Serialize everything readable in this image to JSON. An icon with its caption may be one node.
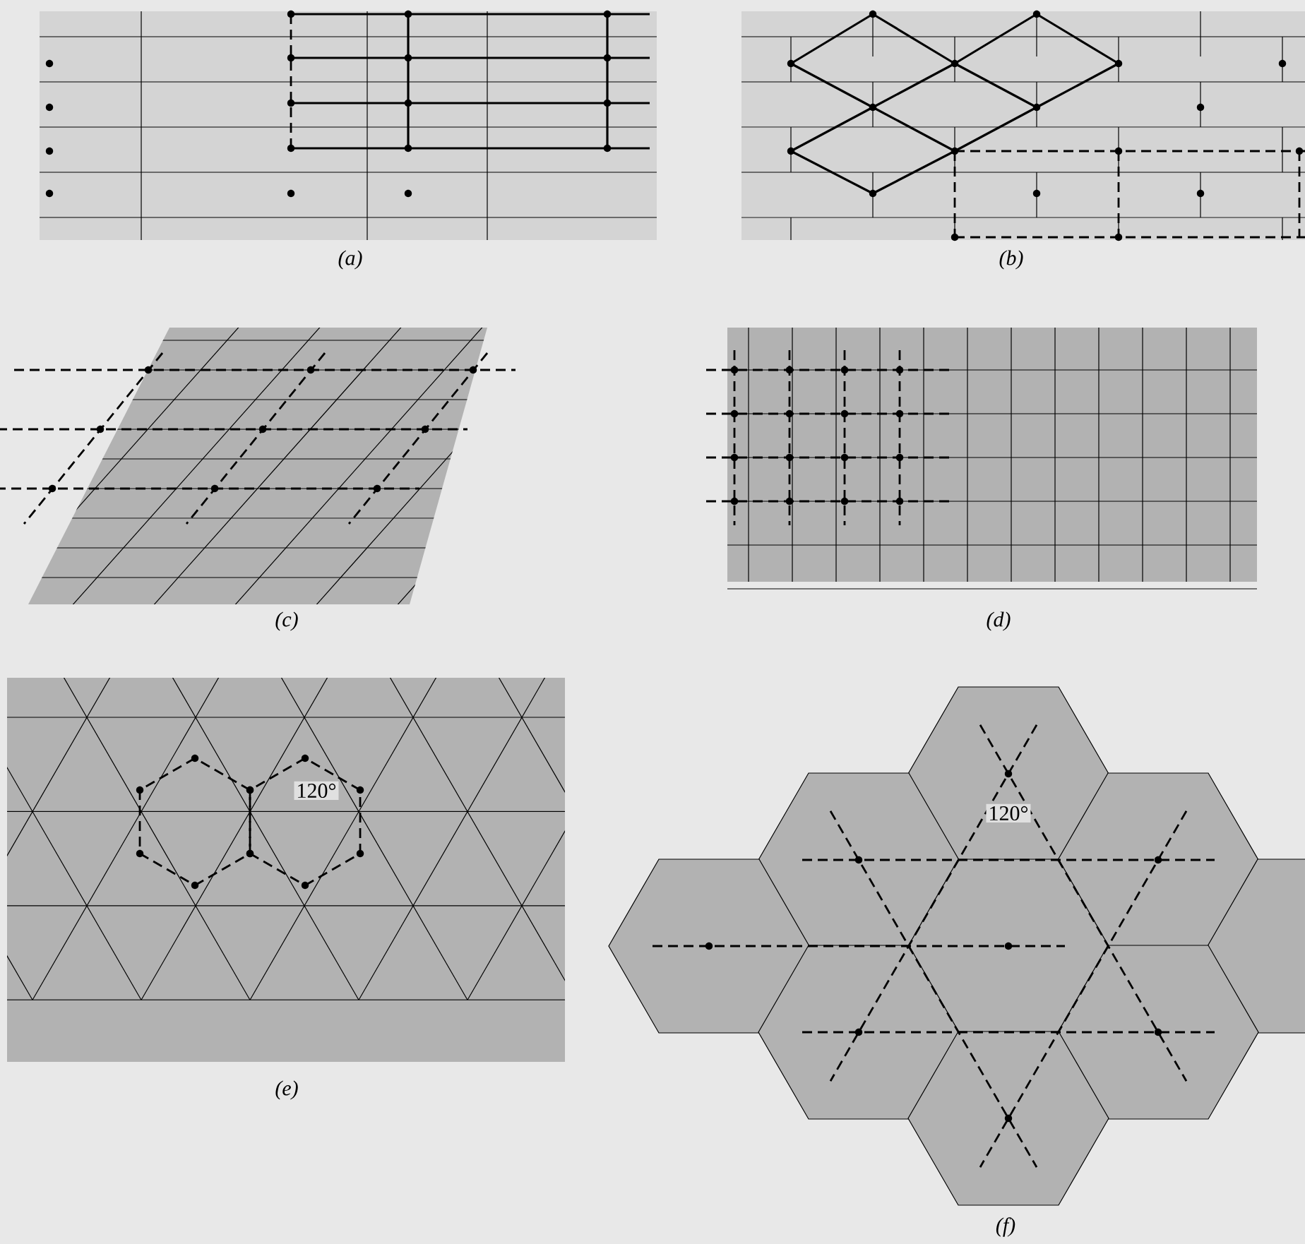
{
  "diagram": {
    "labels": [
      "(a)",
      "(b)",
      "(c)",
      "(d)",
      "120°",
      "120°",
      "(e)",
      "(f)"
    ]
  }
}
